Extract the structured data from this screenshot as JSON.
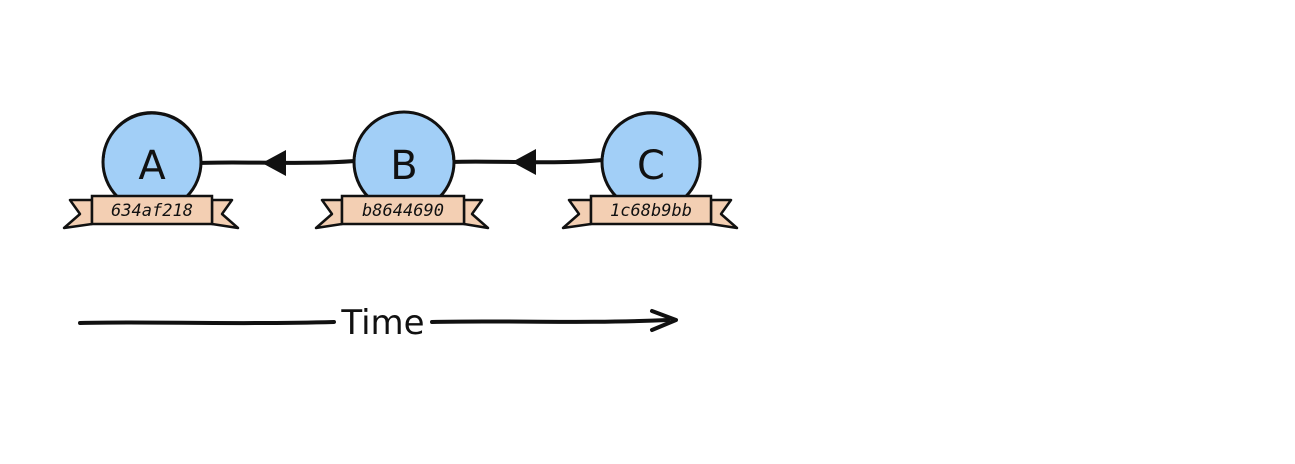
{
  "diagram": {
    "commits": [
      {
        "label": "A",
        "hash": "634af218"
      },
      {
        "label": "B",
        "hash": "b8644690"
      },
      {
        "label": "C",
        "hash": "1c68b9bb"
      }
    ],
    "time_label": "Time",
    "colors": {
      "node_fill": "#a2cff7",
      "ribbon_fill": "#f3cfb3",
      "stroke": "#111111",
      "background": "#ffffff"
    }
  }
}
